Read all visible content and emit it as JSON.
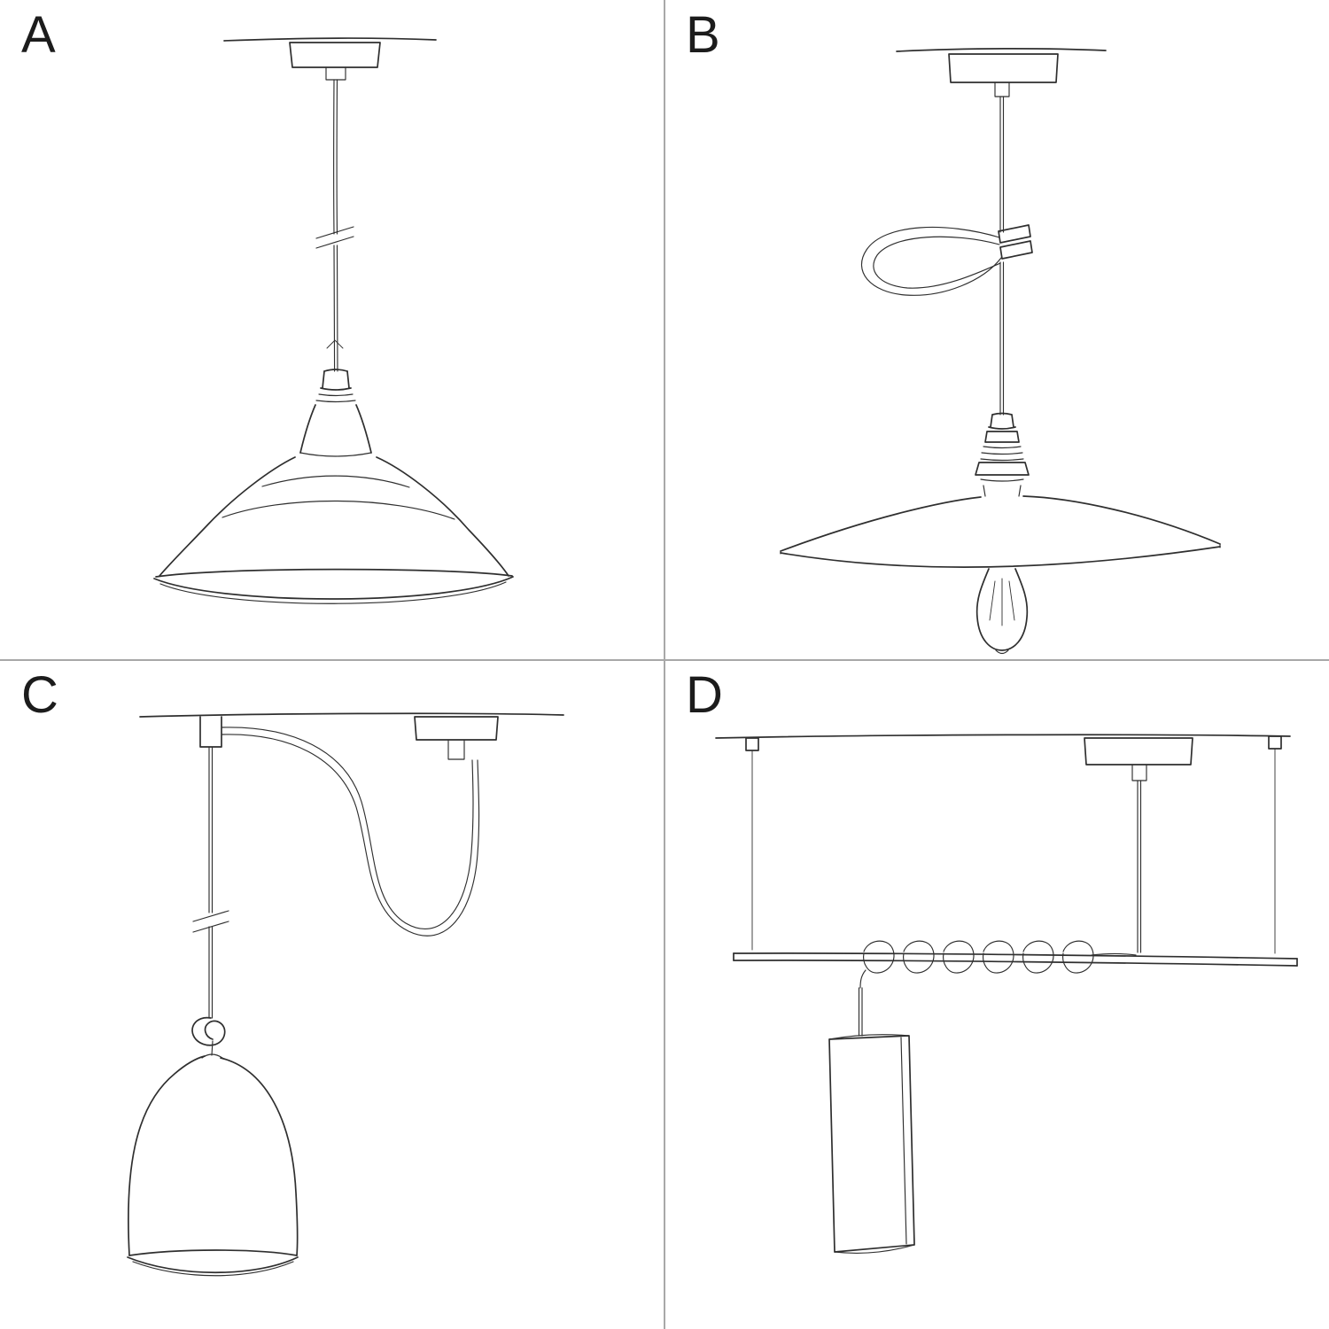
{
  "page": {
    "background": "#ffffff",
    "ink_color": "#2f2f2f",
    "divider_color": "#a8a8a8",
    "label_color": "#1c1c1c"
  },
  "panels": [
    {
      "label": "A",
      "sketch_name": "pendant-with-industrial-shade"
    },
    {
      "label": "B",
      "sketch_name": "pendant-with-flat-plate-shade-and-bulb"
    },
    {
      "label": "C",
      "sketch_name": "swag-pendant-with-bell-shade"
    },
    {
      "label": "D",
      "sketch_name": "bar-suspension-with-coiled-cable-and-cylinder-shade"
    }
  ]
}
